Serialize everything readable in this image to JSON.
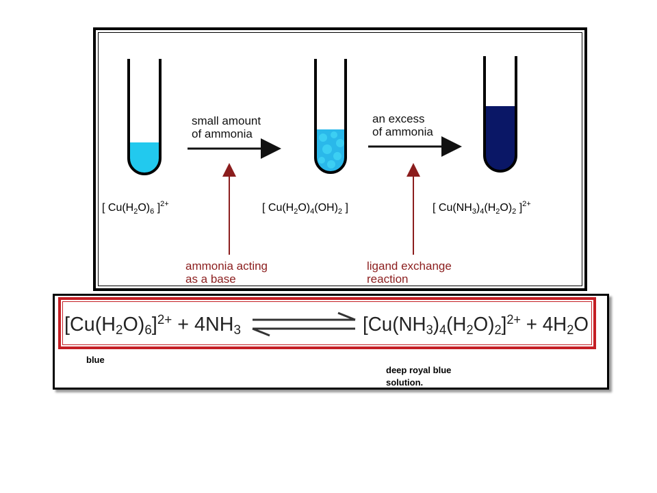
{
  "diagram": {
    "colors": {
      "light_blue": "#22c9ee",
      "mid_blue": "#27b6e8",
      "deep_blue": "#0a1766",
      "arrow": "#111111",
      "note_red": "#8b1d1d"
    },
    "arrow1_label_line1": "small amount",
    "arrow1_label_line2": "of ammonia",
    "arrow2_label_line1": "an excess",
    "arrow2_label_line2": "of ammonia",
    "note1_line1": "ammonia acting",
    "note1_line2": "as a base",
    "note2_line1": "ligand exchange",
    "note2_line2": "reaction",
    "formula1": {
      "open": "[ Cu(H",
      "s1": "2",
      "mid": "O)",
      "s2": "6",
      "close": " ]",
      "charge": "2+"
    },
    "formula2": {
      "open": "[ Cu(H",
      "s1": "2",
      "mid": "O)",
      "s2": "4",
      "mid2": "(OH)",
      "s3": "2",
      "close": " ]"
    },
    "formula3": {
      "open": "[ Cu(NH",
      "s1": "3",
      "mid": ")",
      "s2": "4",
      "mid2": "(H",
      "s3": "2",
      "mid3": "O)",
      "s4": "2",
      "close": " ]",
      "charge": "2+"
    }
  },
  "equation": {
    "left": {
      "open": "[Cu(H",
      "s1": "2",
      "mid": "O)",
      "s2": "6",
      "close": "]",
      "charge": "2+",
      "plus": " + 4NH",
      "s3": "3"
    },
    "right": {
      "open": "[Cu(NH",
      "s1": "3",
      "mid": ")",
      "s2": "4",
      "mid2": "(H",
      "s3": "2",
      "mid3": "O)",
      "s4": "2",
      "close": "]",
      "charge": "2+",
      "plus": " + 4H",
      "s5": "2",
      "end": "O"
    }
  },
  "captions": {
    "left": "blue",
    "right_line1": "deep royal blue",
    "right_line2": "solution."
  }
}
